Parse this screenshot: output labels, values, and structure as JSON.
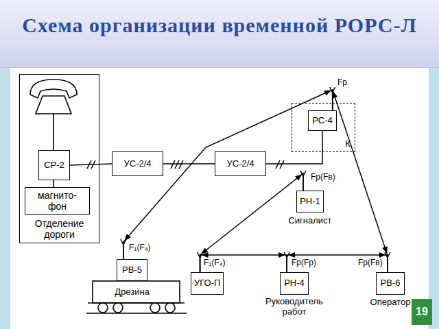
{
  "diagram": {
    "title": "Схема организации временной РОРС-Л",
    "nodes": [
      {
        "text": [
          "Отделение дороги"
        ]
      },
      {
        "text": [
          "СР-2"
        ],
        "in": 0
      },
      {
        "text": [
          "магнито-фон"
        ],
        "in": 0
      },
      {
        "text": [
          "УС-2/4"
        ]
      },
      {
        "text": [
          "УС-2/4"
        ]
      },
      {
        "text": [
          "К"
        ]
      },
      {
        "text": [
          "РС-4"
        ],
        "in": 5
      },
      {
        "text": [
          "РН-1",
          "Сигналист"
        ]
      },
      {
        "text": [
          "РВ-5",
          "Дрезина"
        ]
      },
      {
        "text": [
          "УГО-П"
        ]
      },
      {
        "text": [
          "РН-4",
          "Руководитель работ"
        ]
      },
      {
        "text": [
          "РВ-6",
          "Оператор"
        ]
      }
    ],
    "edges": [
      {
        "from": 1,
        "to": 3,
        "arrow": "none"
      },
      {
        "from": 3,
        "to": 4,
        "arrow": "none"
      },
      {
        "from": 4,
        "to": 6,
        "arrow": "none"
      },
      {
        "from": 6,
        "to": 8,
        "arrow": "both"
      },
      {
        "from": 6,
        "to": 11,
        "arrow": "both"
      },
      {
        "from": 7,
        "to": 9,
        "arrow": "both"
      },
      {
        "from": 9,
        "to": 10,
        "arrow": "both"
      },
      {
        "from": 10,
        "to": 11,
        "arrow": "both"
      }
    ],
    "labels": [
      "Fр",
      "Fр(Fв)",
      "F₁(F₄)",
      "F₁(F₄)",
      "Fр(Fр)",
      "Fр(Fв)",
      "19"
    ]
  }
}
